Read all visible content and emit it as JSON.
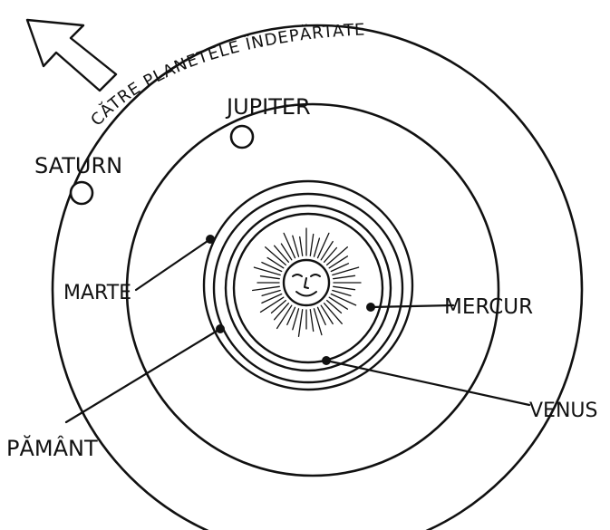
{
  "diagram": {
    "arc_caption": "CĂTRE PLANETELE ÎNDEPĂRTATE",
    "labels": {
      "saturn": "SATURN",
      "jupiter": "JUPITER",
      "marte": "MARTE",
      "mercur": "MERCUR",
      "venus": "VENUS",
      "pamant": "PĂMÂNT"
    },
    "center_icon": "smiling-sun-icon",
    "direction_icon": "arrow-up-left-icon",
    "colors": {
      "ink": "#111111",
      "background": "#ffffff"
    }
  }
}
